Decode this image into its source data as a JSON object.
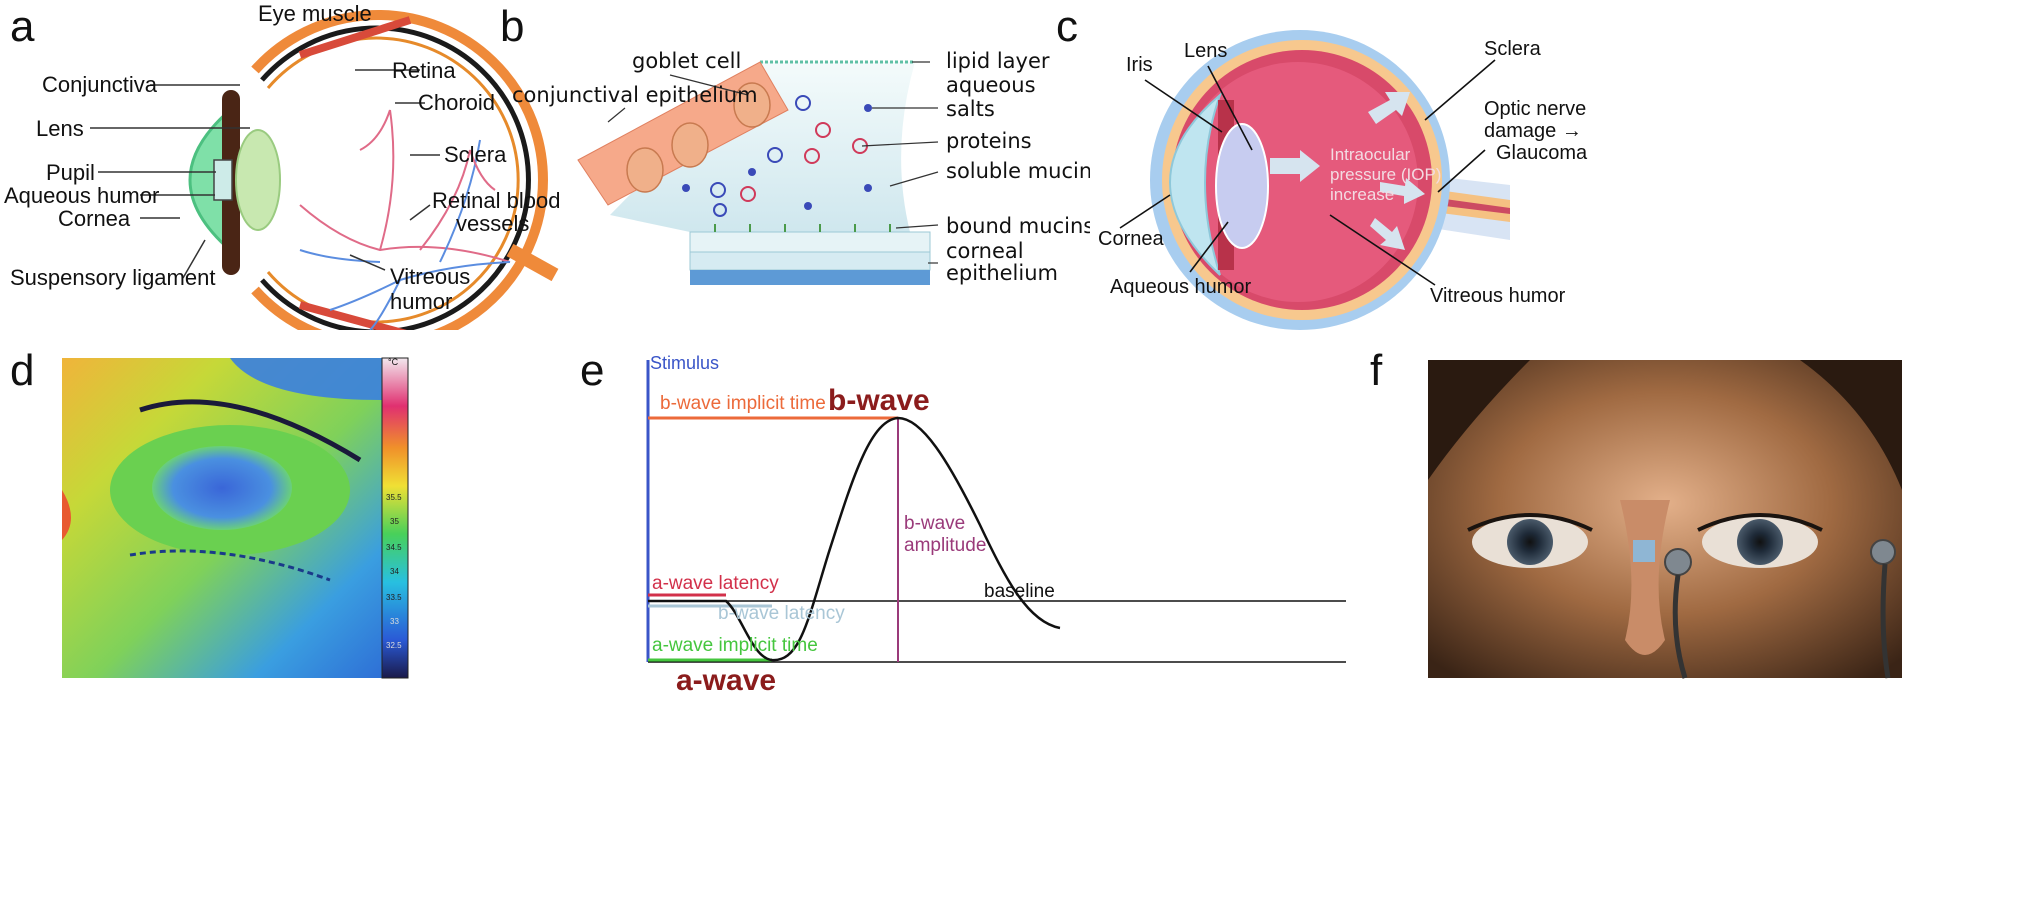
{
  "panel_letters": {
    "a": "a",
    "b": "b",
    "c": "c",
    "d": "d",
    "e": "e",
    "f": "f"
  },
  "panel_a": {
    "labels": {
      "eye_muscle": "Eye muscle",
      "conjunctiva": "Conjunctiva",
      "lens": "Lens",
      "pupil": "Pupil",
      "aqueous_humor": "Aqueous humor",
      "cornea": "Cornea",
      "suspensory_ligament": "Suspensory ligament",
      "retina": "Retina",
      "choroid": "Choroid",
      "sclera": "Sclera",
      "retinal_blood_vessels_1": "Retinal blood",
      "retinal_blood_vessels_2": "vessels",
      "vitreous_humor_1": "Vitreous",
      "vitreous_humor_2": "humor"
    }
  },
  "panel_b": {
    "labels": {
      "goblet_cell": "goblet cell",
      "conjunctival_epithelium": "conjunctival epithelium",
      "lipid_layer": "lipid layer",
      "aqueous": "aqueous",
      "salts": "salts",
      "proteins": "proteins",
      "soluble_mucins": "soluble mucins",
      "bound_mucins": "bound mucins",
      "corneal_epithelium_1": "corneal",
      "corneal_epithelium_2": "epithelium"
    }
  },
  "panel_c": {
    "labels": {
      "iris": "Iris",
      "lens": "Lens",
      "sclera": "Sclera",
      "optic_nerve_1": "Optic nerve",
      "optic_nerve_2": "damage →",
      "optic_nerve_3": "Glaucoma",
      "iop_1": "Intraocular",
      "iop_2": "pressure (IOP)",
      "iop_3": "increase",
      "cornea": "Cornea",
      "aqueous_humor": "Aqueous humor",
      "vitreous_humor": "Vitreous humor"
    }
  },
  "panel_d": {
    "colorbar_unit": "°C",
    "colorbar_ticks": [
      "35.5",
      "35",
      "34.5",
      "34",
      "33.5",
      "33",
      "32.5"
    ]
  },
  "panel_e": {
    "labels": {
      "stimulus": "Stimulus",
      "b_wave_implicit_time": "b-wave implicit time",
      "b_wave": "b-wave",
      "b_wave_amplitude_1": "b-wave",
      "b_wave_amplitude_2": "amplitude",
      "a_wave_latency": "a-wave latency",
      "b_wave_latency": "b-wave latency",
      "baseline": "baseline",
      "a_wave_implicit_time": "a-wave implicit time",
      "a_wave": "a-wave"
    },
    "colors": {
      "stimulus": "#3a55c8",
      "b_wave_implicit_time": "#ec6a3a",
      "b_wave": "#8b1c1c",
      "b_wave_amplitude": "#9a3a7a",
      "a_wave_latency": "#d2304a",
      "b_wave_latency": "#a9c6d6",
      "a_wave_implicit_time": "#45c63e",
      "a_wave": "#8b1c1c",
      "waveform": "#111111"
    }
  },
  "panel_f": {
    "description_icons": [
      "face-photo",
      "electrode-icon"
    ]
  }
}
